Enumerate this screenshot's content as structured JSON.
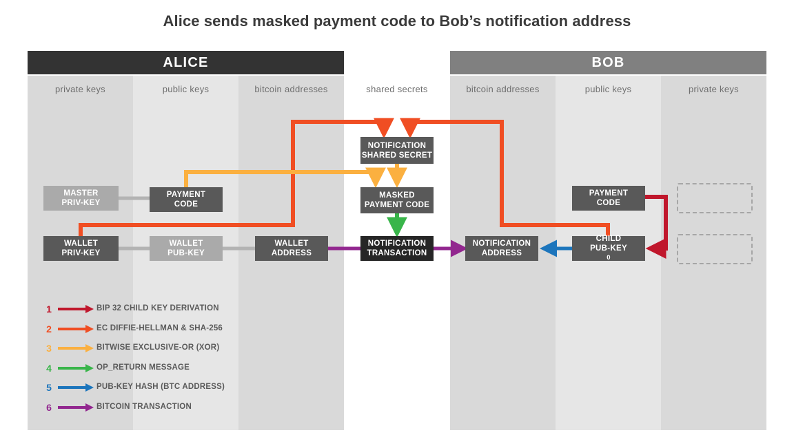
{
  "title": "Alice sends masked payment code to Bob’s notification address",
  "parties": [
    {
      "name": "alice",
      "label": "ALICE"
    },
    {
      "name": "bob",
      "label": "BOB"
    }
  ],
  "columns": [
    {
      "name": "alice-private-keys",
      "label": "private keys"
    },
    {
      "name": "alice-public-keys",
      "label": "public keys"
    },
    {
      "name": "alice-bitcoin-addresses",
      "label": "bitcoin addresses"
    },
    {
      "name": "shared-secrets",
      "label": "shared secrets"
    },
    {
      "name": "bob-bitcoin-addresses",
      "label": "bitcoin addresses"
    },
    {
      "name": "bob-public-keys",
      "label": "public keys"
    },
    {
      "name": "bob-private-keys",
      "label": "private keys"
    }
  ],
  "nodes": {
    "alice_master_priv_key": {
      "line1": "MASTER",
      "line2": "PRIV-KEY"
    },
    "alice_payment_code": {
      "line1": "PAYMENT",
      "line2": "CODE"
    },
    "alice_wallet_priv_key": {
      "line1": "WALLET",
      "line2": "PRIV-KEY"
    },
    "alice_wallet_pub_key": {
      "line1": "WALLET",
      "line2": "PUB-KEY"
    },
    "alice_wallet_address": {
      "line1": "WALLET",
      "line2": "ADDRESS"
    },
    "notification_shared_secret": {
      "line1": "NOTIFICATION",
      "line2": "SHARED SECRET"
    },
    "masked_payment_code": {
      "line1": "MASKED",
      "line2": "PAYMENT CODE"
    },
    "notification_transaction": {
      "line1": "NOTIFICATION",
      "line2": "TRANSACTION"
    },
    "bob_notification_address": {
      "line1": "NOTIFICATION",
      "line2": "ADDRESS"
    },
    "bob_payment_code": {
      "line1": "PAYMENT",
      "line2": "CODE"
    },
    "bob_child_pub_key": {
      "line1": "CHILD",
      "line2": "PUB-KEY",
      "sub": "0"
    }
  },
  "legend": [
    {
      "num": "1",
      "label": "BIP 32 CHILD KEY DERIVATION",
      "color": "#c0172c"
    },
    {
      "num": "2",
      "label": "EC DIFFIE-HELLMAN & SHA-256",
      "color": "#f04e23"
    },
    {
      "num": "3",
      "label": "BITWISE EXCLUSIVE-OR (XOR)",
      "color": "#fbb040"
    },
    {
      "num": "4",
      "label": "OP_RETURN MESSAGE",
      "color": "#39b54a"
    },
    {
      "num": "5",
      "label": "PUB-KEY HASH (BTC ADDRESS)",
      "color": "#1c75bc"
    },
    {
      "num": "6",
      "label": "BITCOIN TRANSACTION",
      "color": "#92278f"
    }
  ],
  "palette": {
    "bip32_red": "#c0172c",
    "ecdh_orange": "#f04e23",
    "xor_yellow": "#fbb040",
    "opreturn_green": "#39b54a",
    "pubkeyhash_blue": "#1c75bc",
    "transaction_purple": "#92278f",
    "connector_gray": "#b3b3b3",
    "node_dark": "#595959",
    "node_light": "#aaaaaa",
    "node_black": "#262626",
    "alice_header": "#333333",
    "bob_header": "#808080"
  }
}
